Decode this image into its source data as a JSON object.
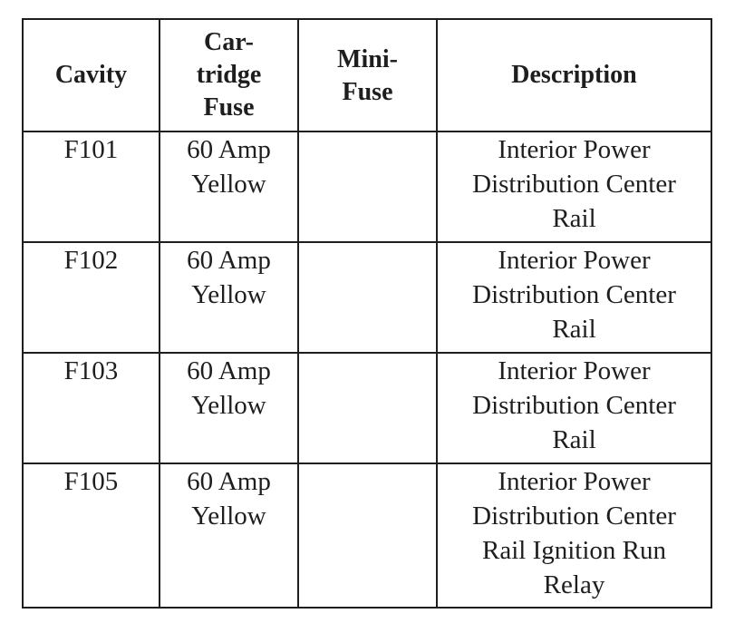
{
  "table": {
    "headers": [
      {
        "key": "cavity",
        "label": "Cavity"
      },
      {
        "key": "cartridge_fuse",
        "label": "Car- tridge Fuse",
        "lines": [
          "Car-",
          "tridge",
          "Fuse"
        ]
      },
      {
        "key": "mini_fuse",
        "label": "Mini- Fuse",
        "lines": [
          "Mini-",
          "Fuse"
        ]
      },
      {
        "key": "description",
        "label": "Description"
      }
    ],
    "rows": [
      {
        "cavity": "F101",
        "cartridge_fuse": "60 Amp Yellow",
        "mini_fuse": "",
        "description": "Interior Power Distribution Center Rail"
      },
      {
        "cavity": "F102",
        "cartridge_fuse": "60 Amp Yellow",
        "mini_fuse": "",
        "description": "Interior Power Distribution Center Rail"
      },
      {
        "cavity": "F103",
        "cartridge_fuse": "60 Amp Yellow",
        "mini_fuse": "",
        "description": "Interior Power Distribution Center Rail"
      },
      {
        "cavity": "F105",
        "cartridge_fuse": "60 Amp Yellow",
        "mini_fuse": "",
        "description": "Interior Power Distribution Center Rail Ignition Run Relay"
      }
    ]
  }
}
